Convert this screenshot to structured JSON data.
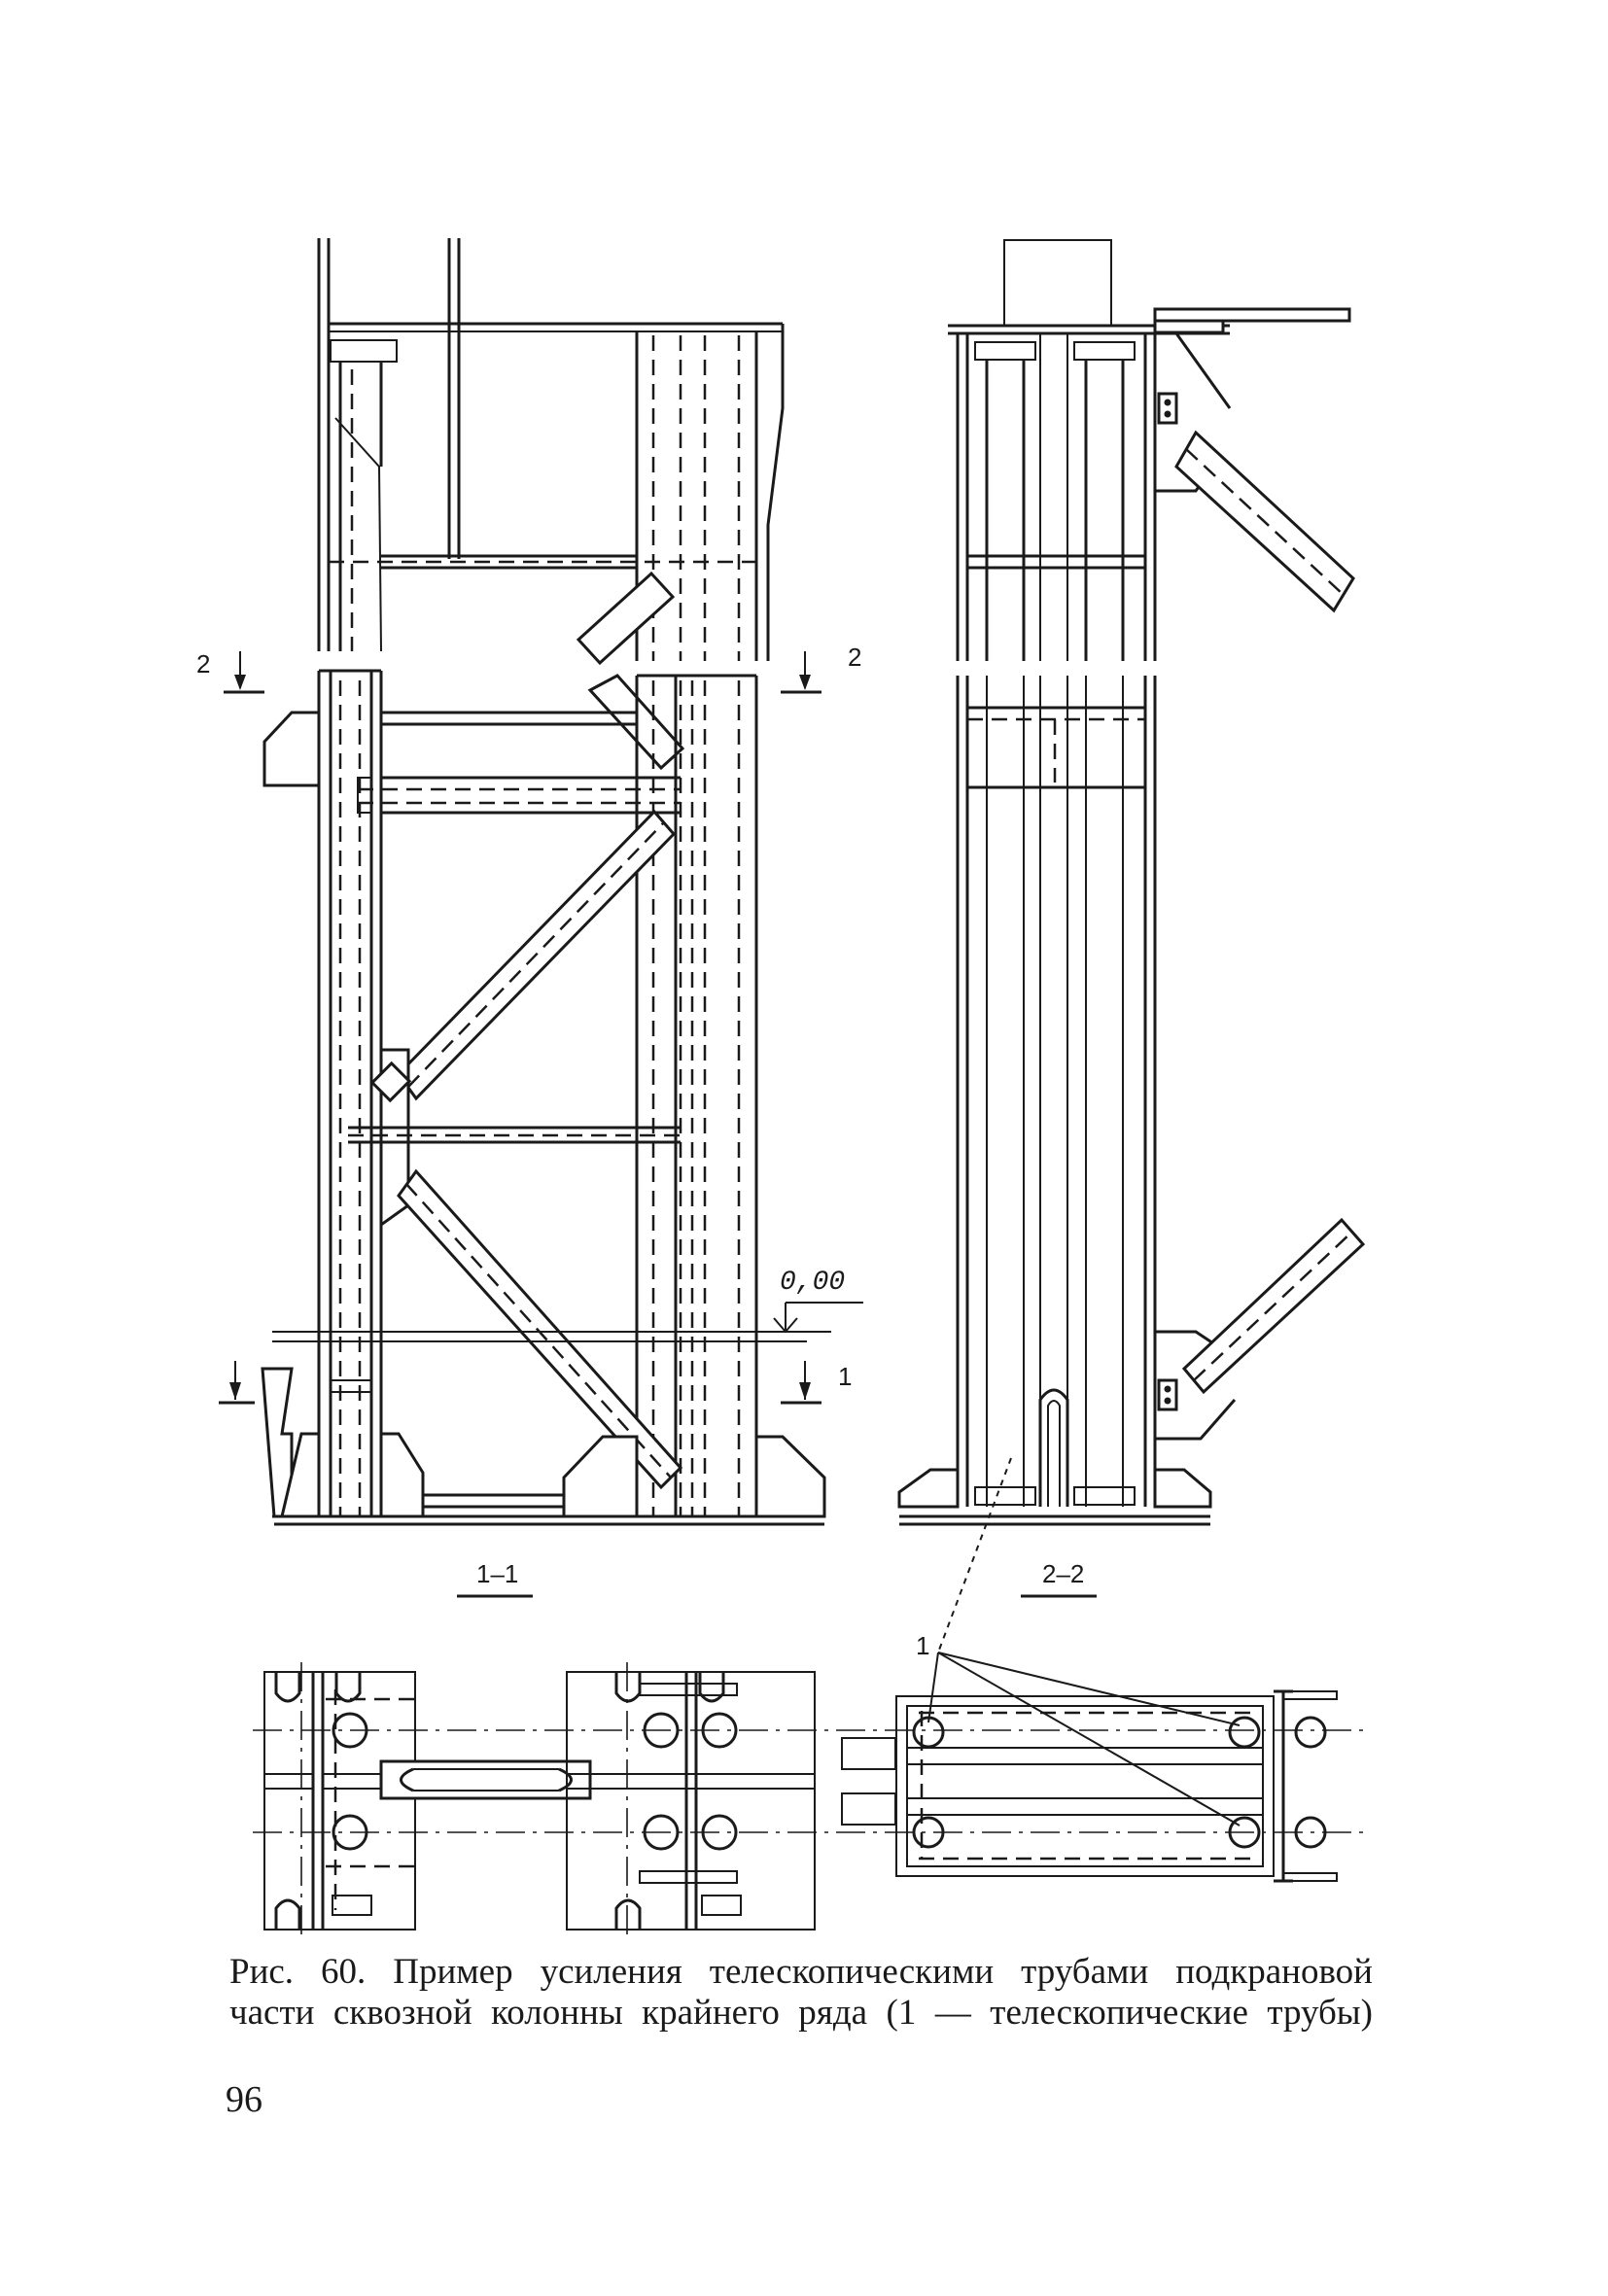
{
  "figure": {
    "section_labels": {
      "section_1_1": "1–1",
      "section_2_2": "2–2"
    },
    "cut_markers": {
      "cut_2_left": "2",
      "cut_2_right": "2",
      "cut_1_right": "1"
    },
    "elevation_mark": "0,00",
    "callout_1": "1"
  },
  "caption": {
    "line1": "Рис. 60. Пример усиления телескопическими трубами подкрановой",
    "line2": "части сквозной колонны крайнего ряда (1 — телескопические трубы)"
  },
  "page_number": "96"
}
